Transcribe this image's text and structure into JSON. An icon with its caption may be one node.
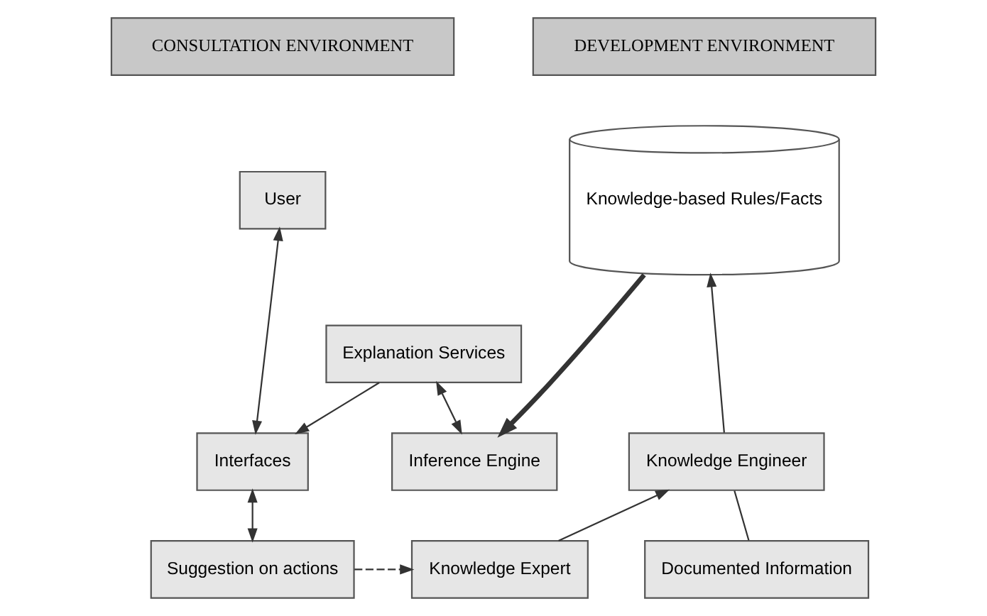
{
  "diagram": {
    "nodes": [
      {
        "text": [
          "CONSULTATION ENVIRONMENT"
        ]
      },
      {
        "text": [
          "DEVELOPMENT ENVIRONMENT"
        ]
      },
      {
        "text": [
          "Knowledge-based Rules/Facts"
        ]
      },
      {
        "text": [
          "User"
        ]
      },
      {
        "text": [
          "Explanation Services"
        ]
      },
      {
        "text": [
          "Knowledge Engineer"
        ]
      },
      {
        "text": [
          "Interfaces"
        ]
      },
      {
        "text": [
          "Inference Engine"
        ]
      },
      {
        "text": [
          "Suggestion on actions"
        ]
      },
      {
        "text": [
          "Knowledge Expert"
        ]
      },
      {
        "text": [
          "Documented Information"
        ]
      }
    ],
    "edges": [
      {
        "from": 3,
        "to": 6,
        "arrow": "both"
      },
      {
        "from": 4,
        "to": 6,
        "arrow": "to"
      },
      {
        "from": 4,
        "to": 7,
        "arrow": "both"
      },
      {
        "from": 2,
        "to": 7,
        "arrow": "to",
        "style": "thick"
      },
      {
        "from": 6,
        "to": 8,
        "arrow": "both"
      },
      {
        "from": 8,
        "to": 9,
        "arrow": "to",
        "style": "dashed"
      },
      {
        "from": 9,
        "to": 5,
        "arrow": "to"
      },
      {
        "from": 5,
        "to": 2,
        "arrow": "to"
      },
      {
        "from": 10,
        "to": 5,
        "arrow": "none"
      }
    ]
  }
}
